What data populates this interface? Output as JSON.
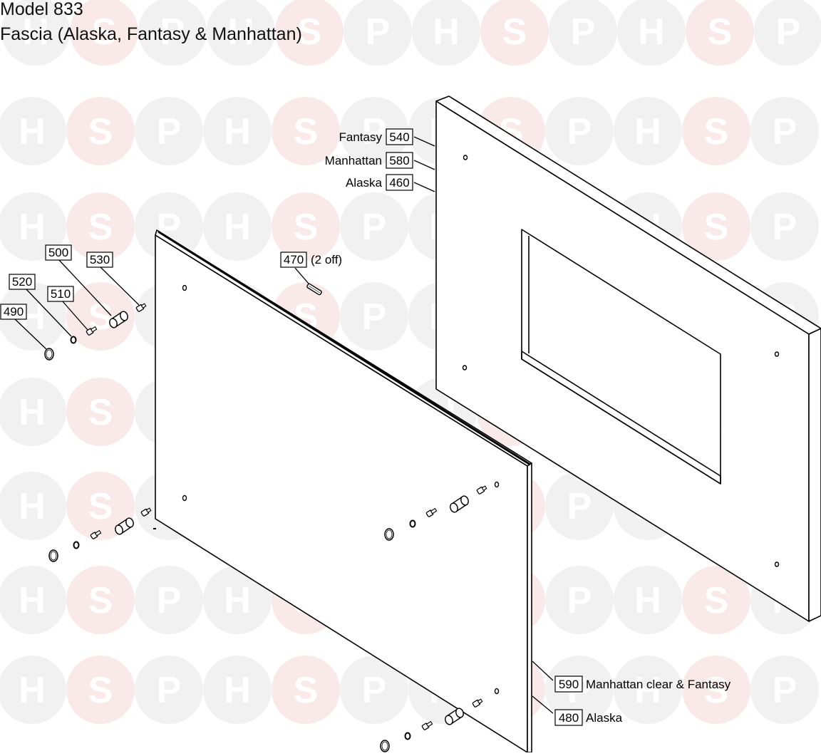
{
  "title": {
    "model": "Model 833",
    "subtitle": "Fascia (Alaska, Fantasy & Manhattan)"
  },
  "watermark": {
    "letters": [
      "H",
      "S",
      "P"
    ],
    "colors": {
      "ring": "#f1f1f1",
      "accent": "#f9e9e9",
      "letter": "#ffffff"
    }
  },
  "callouts": {
    "fantasy": {
      "name": "Fantasy",
      "part": "540"
    },
    "manhattan": {
      "name": "Manhattan",
      "part": "580"
    },
    "alaska": {
      "name": "Alaska",
      "part": "460"
    },
    "p470": {
      "part": "470",
      "note": "(2 off)"
    },
    "p500": {
      "part": "500"
    },
    "p530": {
      "part": "530"
    },
    "p520": {
      "part": "520"
    },
    "p510": {
      "part": "510"
    },
    "p490": {
      "part": "490"
    },
    "p590": {
      "part": "590",
      "note": "Manhattan clear & Fantasy"
    },
    "p480": {
      "part": "480",
      "note": "Alaska"
    }
  }
}
